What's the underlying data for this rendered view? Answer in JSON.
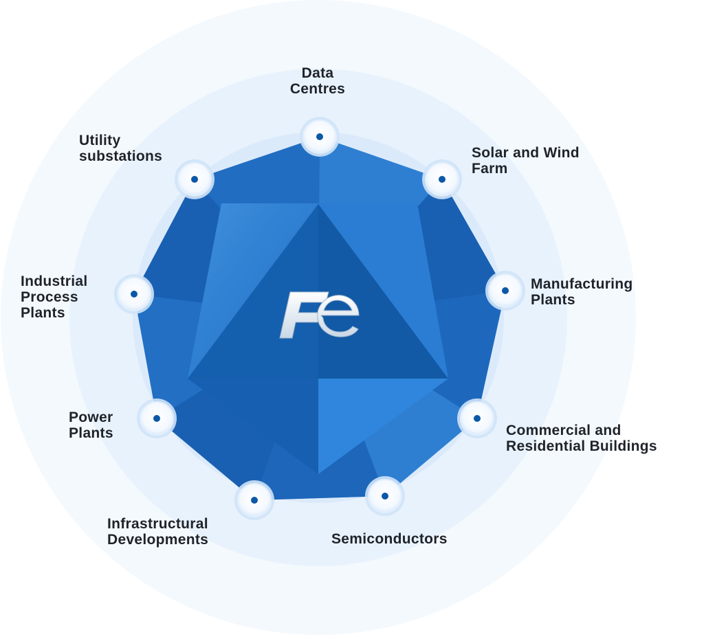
{
  "diagram": {
    "logo_text": "Fe",
    "colors": {
      "outer_ring": "#f3f8fe",
      "inner_ring": "#e7f1fc",
      "glow_ring": "#d3e6fa",
      "poly_dark": "#1458a6",
      "poly_mid": "#1f6cc0",
      "poly_light": "#3a8fe0",
      "node_dot": "#0b58a8",
      "text": "#1f2329"
    },
    "nodes": [
      {
        "id": "data-centres",
        "lines": [
          "Data",
          "Centres"
        ]
      },
      {
        "id": "solar-wind",
        "lines": [
          "Solar and Wind",
          "Farm"
        ]
      },
      {
        "id": "manufacturing",
        "lines": [
          "Manufacturing",
          "Plants"
        ]
      },
      {
        "id": "commercial-residential",
        "lines": [
          "Commercial and",
          "Residential Buildings"
        ]
      },
      {
        "id": "semiconductors",
        "lines": [
          "Semiconductors"
        ]
      },
      {
        "id": "infrastructural",
        "lines": [
          "Infrastructural",
          "Developments"
        ]
      },
      {
        "id": "power-plants",
        "lines": [
          "Power",
          "Plants"
        ]
      },
      {
        "id": "industrial-process",
        "lines": [
          "Industrial",
          "Process",
          "Plants"
        ]
      },
      {
        "id": "utility-substations",
        "lines": [
          "Utility",
          "substations"
        ]
      }
    ]
  }
}
